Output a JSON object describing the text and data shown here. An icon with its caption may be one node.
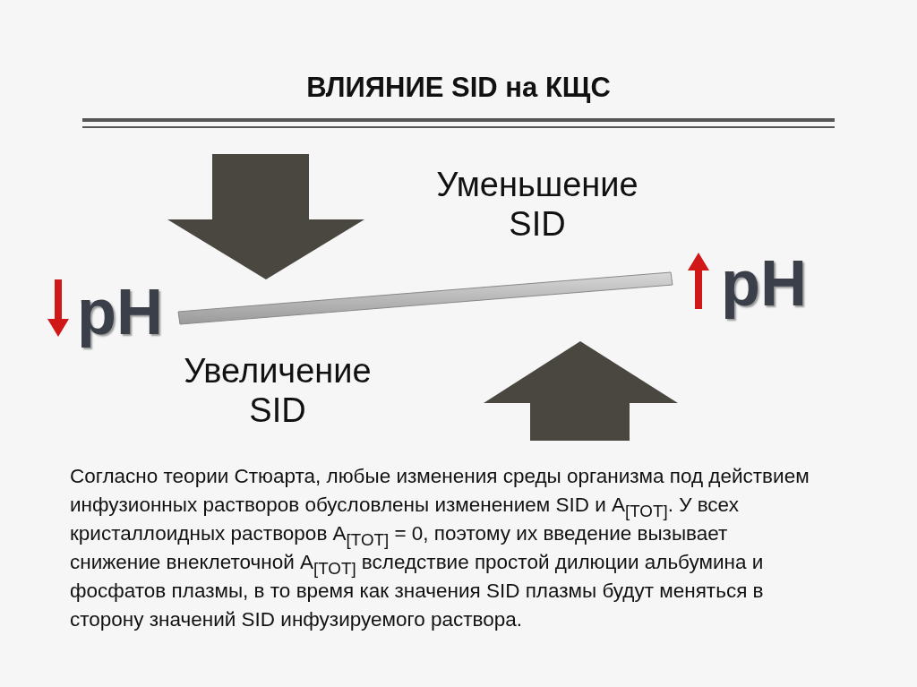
{
  "diagram": {
    "title": "ВЛИЯНИЕ SID на КЩС",
    "labels": [
      "pH",
      "Уменьшение SID",
      "pH",
      "Увеличение SID",
      "Согласно теории Стюарта, любые изменения среды организма под действием инфузионных растворов обусловлены изменением SID и A$_{[TOT]}$. У всех кристаллоидных растворов A$_{[TOT]}$ = 0, поэтому их введение вызывает снижение внеклеточной A$_{[TOT]}$ вследствие простой дилюции альбумина и фосфатов плазмы, в то время как значения SID плазмы будут меняться в сторону значений SID инфузируемого раствора."
    ]
  }
}
